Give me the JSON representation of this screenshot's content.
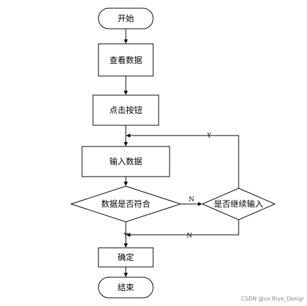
{
  "nodes": {
    "start": "开始",
    "view_data": "查看数据",
    "click_button": "点击按钮",
    "input_data": "输入数据",
    "data_match": "数据是否符合",
    "continue_input": "是否继续输入",
    "confirm": "确定",
    "end": "结束"
  },
  "edge_labels": {
    "continue_yes": "Y",
    "match_no": "N",
    "match_yes": "Y",
    "continue_no": "N"
  },
  "watermark": "CSDN @vx Biye_Desigr",
  "colors": {
    "stroke": "#000000",
    "background": "#ffffff",
    "watermark": "#888888"
  }
}
